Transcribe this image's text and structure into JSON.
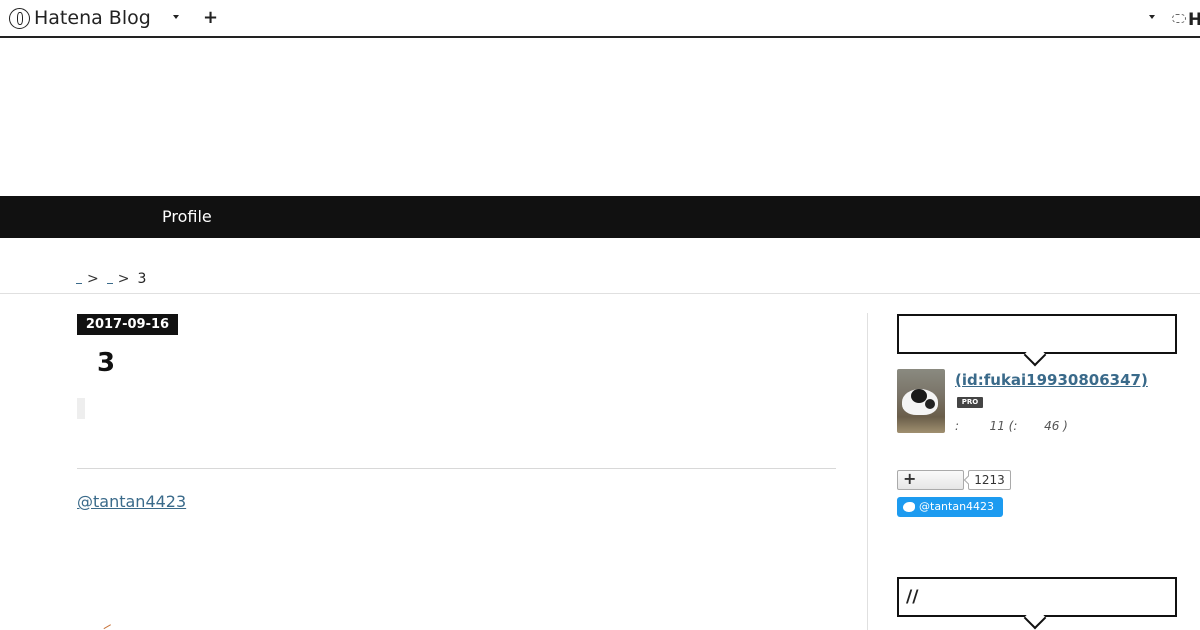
{
  "globalbar": {
    "logo_text": "Hatena Blog",
    "plus_label": "+",
    "right_logo_text": "H"
  },
  "nav": {
    "items": [
      {
        "label": "Profile"
      }
    ]
  },
  "breadcrumb": {
    "separator": ">",
    "current": "3"
  },
  "entry": {
    "date": "2017-09-16",
    "title": "3",
    "twitter_handle": "@tantan4423"
  },
  "sidebar": {
    "profile": {
      "heading": "",
      "id_text": " (id:fukai19930806347)",
      "badge": "PRO",
      "stats": ":        11 (:       46 )"
    },
    "bookmark": {
      "count": "1213"
    },
    "twitter_follow": "@tantan4423",
    "second_heading": "//"
  }
}
